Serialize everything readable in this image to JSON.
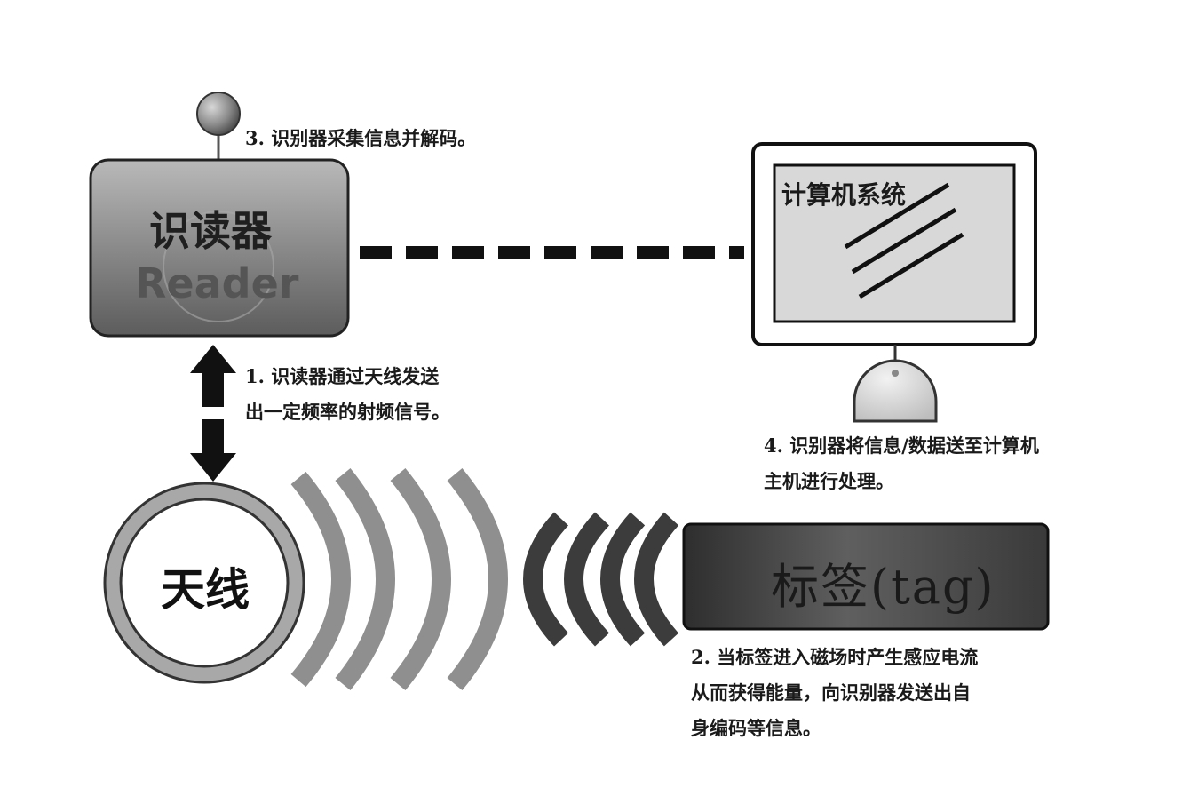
{
  "reader": {
    "title": "识读器",
    "subtitle": "Reader"
  },
  "computer": {
    "label": "计算机系统"
  },
  "antenna": {
    "label": "天线"
  },
  "tag": {
    "label": "标签(tag)"
  },
  "steps": {
    "step1": [
      "1. 识读器通过天线发送",
      "出一定频率的射频信号。"
    ],
    "step2": [
      "2. 当标签进入磁场时产生感应电流",
      "从而获得能量，向识别器发送出自",
      "身编码等信息。"
    ],
    "step3": [
      "3. 识别器采集信息并解码。"
    ],
    "step4": [
      "4. 识别器将信息/数据送至计算机",
      "主机进行处理。"
    ]
  },
  "colors": {
    "reader_box": "#7d7d7d",
    "tag_box": "#4a4a4a",
    "outgoing_waves": "#8f8f8f",
    "incoming_waves": "#3c3c3c",
    "computer_screen": "#d8d8d8"
  }
}
